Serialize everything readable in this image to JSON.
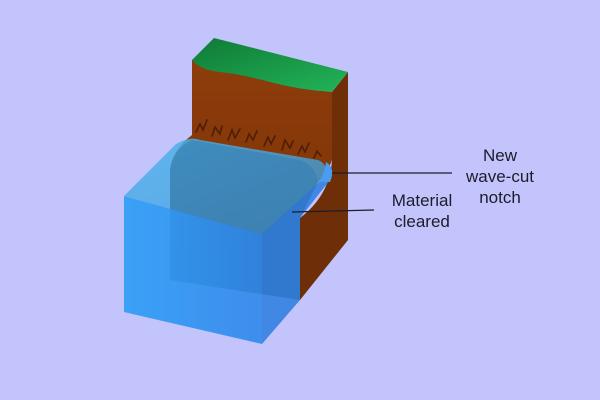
{
  "labels": {
    "notch": [
      "New",
      "wave-cut",
      "notch"
    ],
    "cleared": [
      "Material",
      "cleared"
    ]
  },
  "colors": {
    "background": "#c4c4fc",
    "cliff_front": "#8a3a0a",
    "cliff_side": "#6e2e08",
    "grass": "#16a04a",
    "water_front": "#2f90f0",
    "water_top": "#4aaeea",
    "water_side": "#2a7ee0",
    "leader_line": "#1c1c2c"
  }
}
